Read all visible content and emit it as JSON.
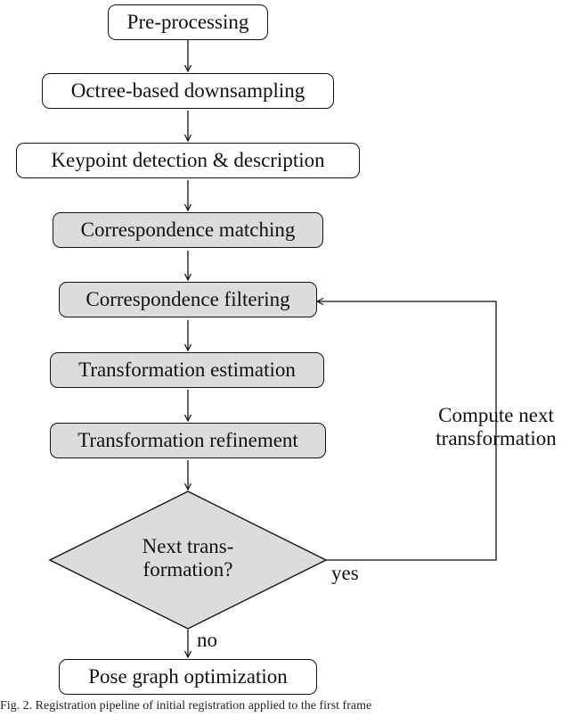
{
  "nodes": {
    "preprocessing": "Pre-processing",
    "octree": "Octree-based downsampling",
    "keypoint": "Keypoint detection & description",
    "matching": "Correspondence matching",
    "filtering": "Correspondence filtering",
    "estimation": "Transformation estimation",
    "refinement": "Transformation refinement",
    "decision_line1": "Next trans-",
    "decision_line2": "formation?",
    "pose_graph": "Pose graph optimization"
  },
  "edges": {
    "loop_label_line1": "Compute next",
    "loop_label_line2": "transformation",
    "yes": "yes",
    "no": "no"
  },
  "caption": "Fig. 2. Registration pipeline of initial registration applied to the first frame"
}
